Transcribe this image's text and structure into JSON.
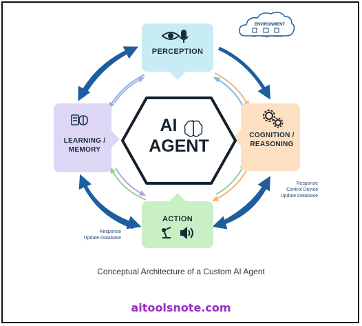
{
  "center": {
    "line1": "AI",
    "line2": "AGENT"
  },
  "nodes": {
    "perception": "PERCEPTION",
    "cognition_line1": "COGNITION /",
    "cognition_line2": "REASONING",
    "action": "ACTION",
    "learning_line1": "LEARNING /",
    "learning_line2": "MEMORY"
  },
  "environment": {
    "title": "ENVIRONMENT",
    "items": [
      "Text",
      "Images",
      "Sensors"
    ]
  },
  "annotations": {
    "right": [
      "Response",
      "Control Device",
      "Update Database"
    ],
    "left": [
      "Response",
      "Update Database"
    ]
  },
  "caption": "Conceptual Architecture of a Custom AI Agent",
  "brand": "aitoolsnote.com",
  "colors": {
    "perception": "#c7ecf6",
    "cognition": "#fde0c2",
    "action": "#c9efc4",
    "learning": "#ddd6f5",
    "arrow": "#1f5e9e",
    "brand": "#9b2bc4"
  }
}
